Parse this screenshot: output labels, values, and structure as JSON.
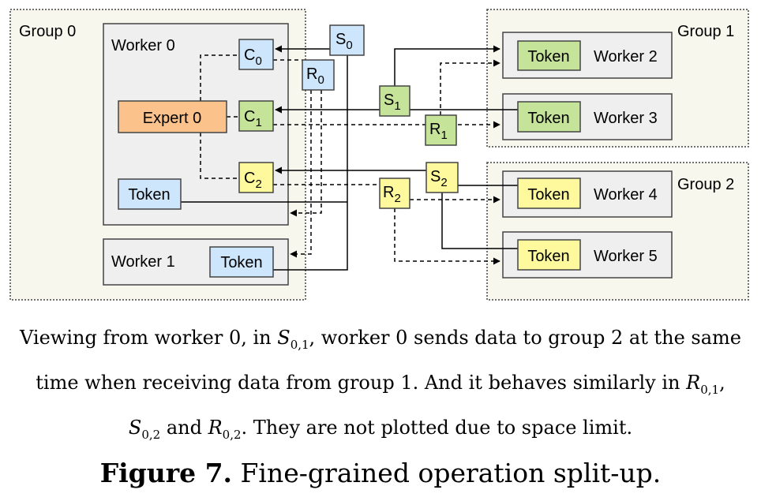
{
  "groups": {
    "g0": "Group 0",
    "g1": "Group 1",
    "g2": "Group 2"
  },
  "workers": {
    "w0": "Worker 0",
    "w1": "Worker 1",
    "w2": "Worker 2",
    "w3": "Worker 3",
    "w4": "Worker 4",
    "w5": "Worker 5"
  },
  "blocks": {
    "expert": "Expert 0",
    "token": "Token"
  },
  "nodes": {
    "c": "C",
    "s": "S",
    "r": "R",
    "idx0": "0",
    "idx1": "1",
    "idx2": "2"
  },
  "colors": {
    "blue": "#cde6fb",
    "green": "#c6e39a",
    "yellow": "#fdf99c",
    "orange": "#fbc28c",
    "group_bg": "#f8f7ee",
    "worker_bg": "#efefef"
  },
  "caption": {
    "p1": "Viewing from worker 0, in ",
    "s": "S",
    "r": "R",
    "sub01": "0,1",
    "sub02": "0,2",
    "p2": ", worker 0 sends data to group 2 at the same time when receiving data from group 1. And it behaves similarly in ",
    "p3": ",",
    "p4": " and ",
    "p5": ". They are not plotted due to space limit."
  },
  "figure": {
    "label": "Figure 7.",
    "title": " Fine-grained operation split-up."
  }
}
